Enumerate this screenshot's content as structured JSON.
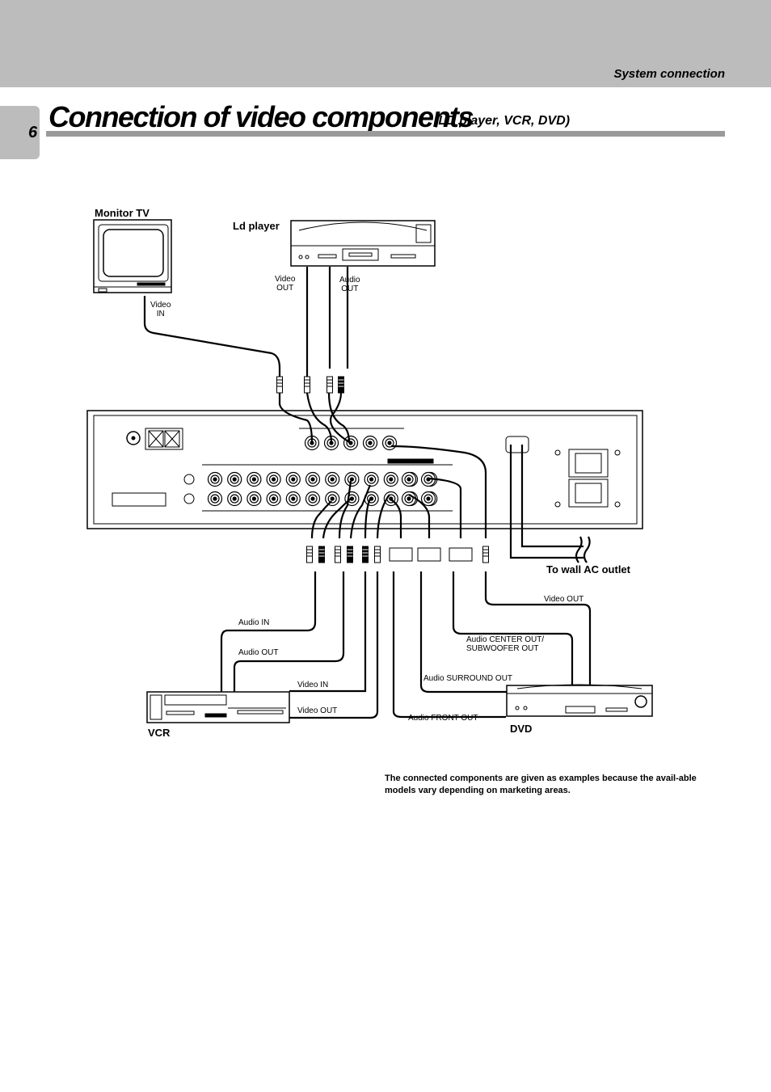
{
  "header": {
    "section": "System connection",
    "page_number": "6",
    "title": "Connection of video components",
    "subtitle": "(LD player, VCR, DVD)"
  },
  "diagram": {
    "devices": {
      "monitor_tv": "Monitor TV",
      "ld_player": "Ld player",
      "vcr": "VCR",
      "dvd": "DVD",
      "wall_outlet": "To wall AC outlet"
    },
    "connector_labels": {
      "tv_video_in": "Video\nIN",
      "ld_video_out": "Video\nOUT",
      "ld_audio_out": "Audio\nOUT",
      "vcr_audio_in": "Audio IN",
      "vcr_audio_out": "Audio OUT",
      "vcr_video_in": "Video IN",
      "vcr_video_out": "Video OUT",
      "dvd_video_out": "Video OUT",
      "dvd_center_sub": "Audio CENTER OUT/\nSUBWOOFER OUT",
      "dvd_surround": "Audio SURROUND OUT",
      "dvd_front": "Audio FRONT OUT"
    }
  },
  "footnote": "The connected components are given as examples because the avail-able models vary depending on marketing areas."
}
